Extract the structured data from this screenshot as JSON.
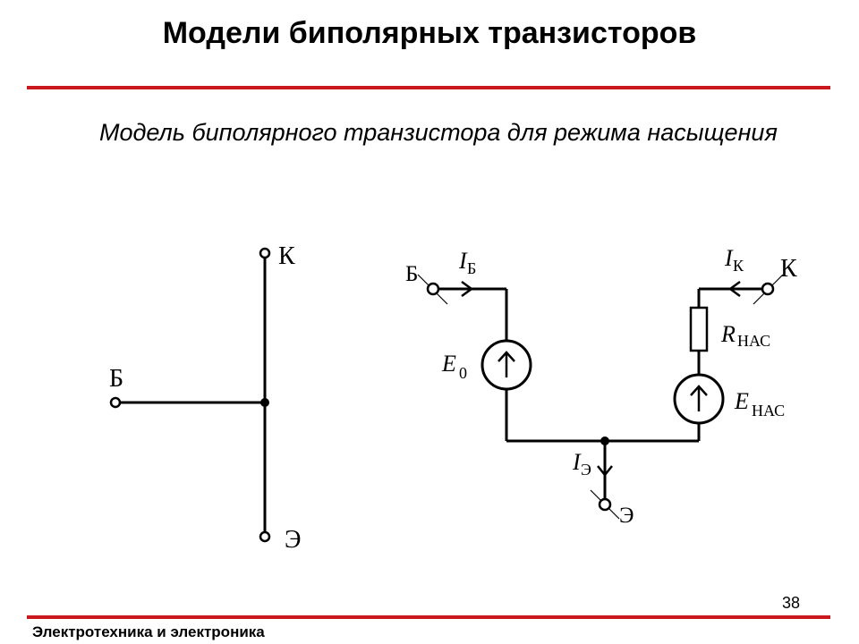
{
  "slide": {
    "title": "Модели биполярных транзисторов",
    "subtitle": "Модель биполярного транзистора для режима насыщения",
    "page_number": "38",
    "footer": "Электротехника и электроника",
    "accent_color": "#c8181e"
  },
  "left_model": {
    "terminal_collector": "К",
    "terminal_base": "Б",
    "terminal_emitter": "Э"
  },
  "right_model": {
    "terminal_base": "Б",
    "terminal_collector": "К",
    "terminal_emitter": "Э",
    "current_base": {
      "symbol": "I",
      "subscript": "Б"
    },
    "current_collector": {
      "symbol": "I",
      "subscript": "К"
    },
    "current_emitter": {
      "symbol": "I",
      "subscript": "Э"
    },
    "source_base": {
      "symbol": "E",
      "subscript": "0"
    },
    "source_collector": {
      "symbol": "E",
      "subscript": "НАС"
    },
    "resistor": {
      "symbol": "R",
      "subscript": "НАС"
    }
  }
}
